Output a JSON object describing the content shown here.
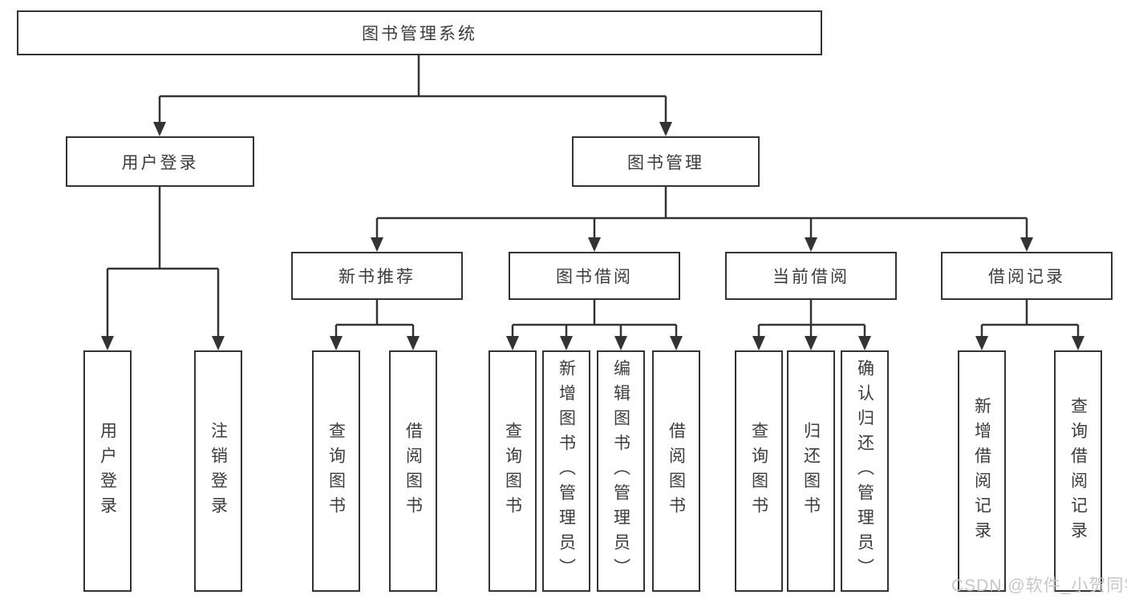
{
  "diagram": {
    "root": {
      "label": "图书管理系统",
      "children": [
        {
          "label": "用户登录",
          "children": [
            {
              "label": "用户登录"
            },
            {
              "label": "注销登录"
            }
          ]
        },
        {
          "label": "图书管理",
          "children": [
            {
              "label": "新书推荐",
              "children": [
                {
                  "label": "查询图书"
                },
                {
                  "label": "借阅图书"
                }
              ]
            },
            {
              "label": "图书借阅",
              "children": [
                {
                  "label": "查询图书"
                },
                {
                  "label": "新增图书（管理员）"
                },
                {
                  "label": "编辑图书（管理员）"
                },
                {
                  "label": "借阅图书"
                }
              ]
            },
            {
              "label": "当前借阅",
              "children": [
                {
                  "label": "查询图书"
                },
                {
                  "label": "归还图书"
                },
                {
                  "label": "确认归还（管理员）"
                }
              ]
            },
            {
              "label": "借阅记录",
              "children": [
                {
                  "label": "新增借阅记录"
                },
                {
                  "label": "查询借阅记录"
                }
              ]
            }
          ]
        }
      ]
    }
  },
  "watermark": {
    "text": "CSDN @软件_小贺同学"
  },
  "colors": {
    "line": "#333333",
    "box_border": "#333333",
    "box_background": "#ffffff",
    "text": "#3c3c3c",
    "watermark": "#c6c6c6",
    "page_background": "#ffffff"
  }
}
